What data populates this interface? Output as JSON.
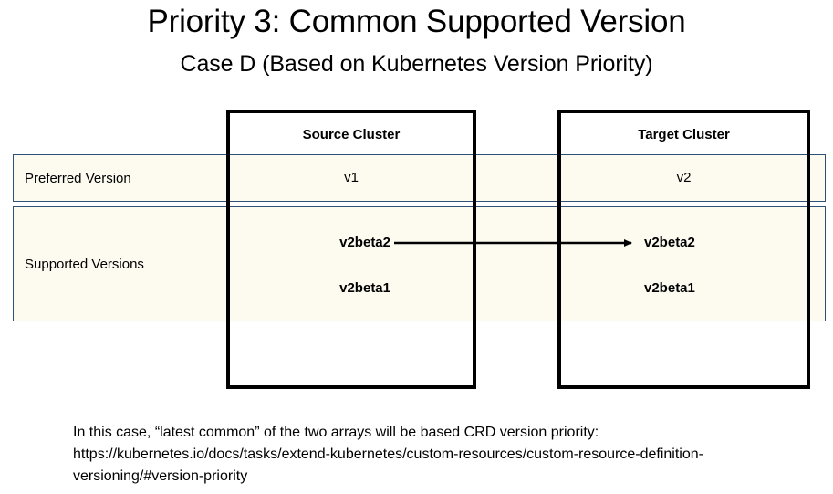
{
  "slide": {
    "title": "Priority 3: Common Supported Version",
    "subtitle": "Case D (Based on Kubernetes Version Priority)",
    "footer_note": "In this case, “latest common” of the two arrays will be based CRD version priority:\nhttps://kubernetes.io/docs/tasks/extend-kubernetes/custom-resources/custom-resource-definition-versioning/#version-priority"
  },
  "colors": {
    "row_fill": "#FDFAF0",
    "row_border": "#2E5277",
    "box_border": "#000000",
    "divider": "#3D382C",
    "text": "#000000"
  },
  "clusters": {
    "source": {
      "header": "Source Cluster"
    },
    "target": {
      "header": "Target Cluster"
    }
  },
  "rows": [
    {
      "label": "Preferred Version",
      "source_values": [
        "v1"
      ],
      "target_values": [
        "v2"
      ]
    },
    {
      "label": "Supported Versions",
      "source_values": [
        "v2beta2",
        "v2beta1"
      ],
      "target_values": [
        "v2beta2",
        "v2beta1"
      ]
    }
  ],
  "arrow": {
    "from": "v2beta2",
    "to": "v2beta2",
    "direction": "left-to-right"
  }
}
